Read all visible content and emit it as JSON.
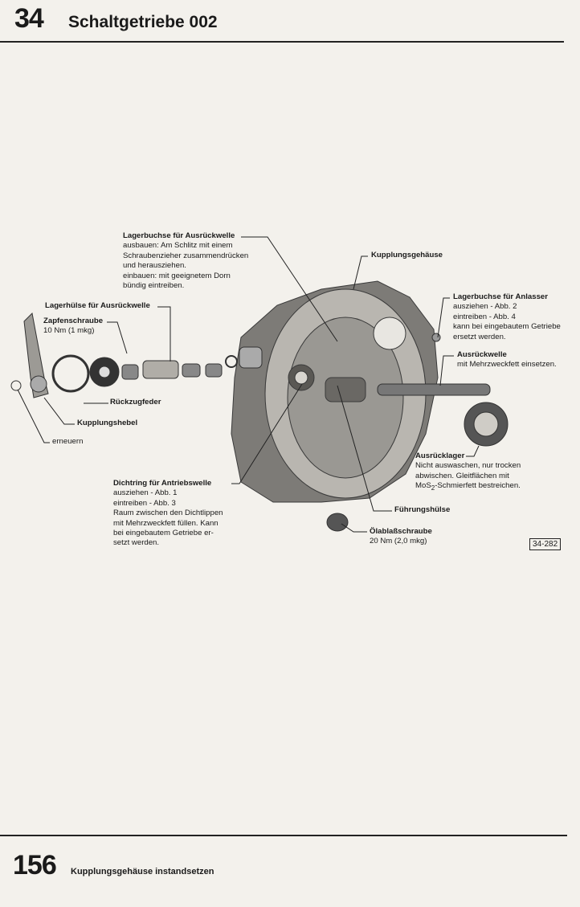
{
  "header": {
    "chapter": "34",
    "title": "Schaltgetriebe 002"
  },
  "footer": {
    "page": "156",
    "title": "Kupplungsgehäuse instandsetzen"
  },
  "figure": {
    "id": "34-282",
    "labels": {
      "lagerbuchse_ausrueckwelle": {
        "title": "Lagerbuchse für Ausrückwelle",
        "lines": [
          "ausbauen: Am Schlitz mit einem",
          "Schraubenzieher zusammendrücken",
          "und herausziehen.",
          "einbauen: mit geeignetem Dorn",
          "bündig eintreiben."
        ]
      },
      "kupplungsgehaeuse": {
        "title": "Kupplungsgehäuse"
      },
      "lagerhuelse": {
        "title": "Lagerhülse für Ausrückwelle"
      },
      "zapfenschraube": {
        "title": "Zapfenschraube",
        "lines": [
          "10 Nm (1 mkg)"
        ]
      },
      "rueckzugfeder": {
        "title": "Rückzugfeder"
      },
      "kupplungshebel": {
        "title": "Kupplungshebel"
      },
      "erneuern": {
        "title": "erneuern"
      },
      "lagerbuchse_anlasser": {
        "title": "Lagerbuchse für Anlasser",
        "lines": [
          "ausziehen - Abb. 2",
          "eintreiben - Abb. 4",
          "kann bei eingebautem Getriebe",
          "ersetzt werden."
        ]
      },
      "ausrueckwelle": {
        "title": "Ausrückwelle",
        "lines": [
          "mit Mehrzweckfett einsetzen."
        ]
      },
      "ausruecklager": {
        "title": "Ausrücklager",
        "lines": [
          "Nicht auswaschen, nur trocken",
          "abwischen. Gleitflächen mit",
          "MoS",
          "2",
          "-Schmierfett bestreichen."
        ]
      },
      "dichtring": {
        "title": "Dichtring für Antriebswelle",
        "lines": [
          "ausziehen - Abb. 1",
          "eintreiben - Abb. 3",
          "Raum zwischen den Dichtlippen",
          "mit Mehrzweckfett füllen. Kann",
          "bei eingebautem Getriebe er-",
          "setzt werden."
        ]
      },
      "fuehrungshuelse": {
        "title": "Führungshülse"
      },
      "oelablassschraube": {
        "title": "Ölablaßschraube",
        "lines": [
          "20 Nm (2,0 mkg)"
        ]
      }
    }
  }
}
